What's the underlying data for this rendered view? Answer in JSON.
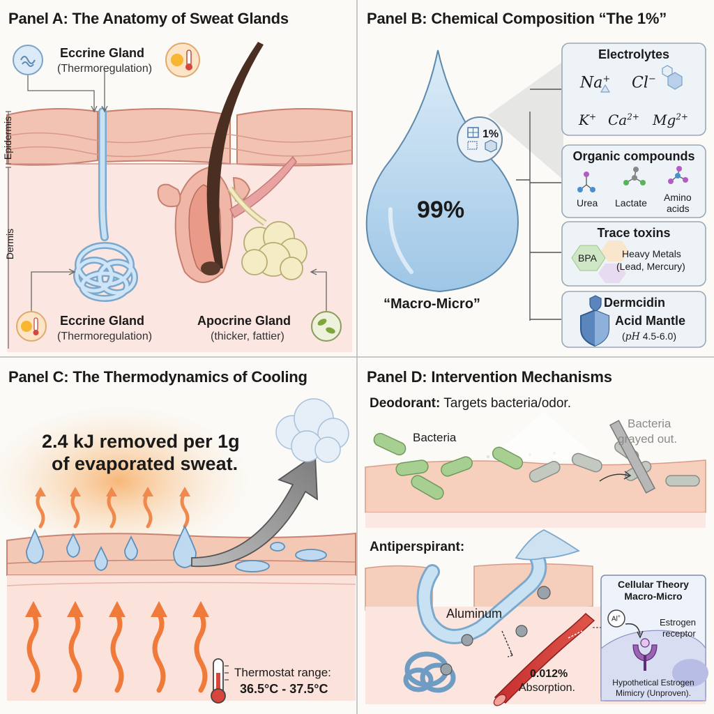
{
  "panels": {
    "a": {
      "title": "Panel A: The Anatomy of Sweat Glands",
      "eccrine_top": {
        "name": "Eccrine Gland",
        "role": "(Thermoregulation)"
      },
      "layer_epidermis": "Epidermis",
      "layer_dermis": "Dermis",
      "eccrine_bottom": {
        "name": "Eccrine Gland",
        "role": "(Thermoregulation)"
      },
      "apocrine": {
        "name": "Apocrine Gland",
        "note": "(thicker, fattier)"
      }
    },
    "b": {
      "title": "Panel B: Chemical Composition “The 1%”",
      "drop_percent": "99%",
      "inset_percent": "1%",
      "drop_caption": "“Macro-Micro”",
      "electrolytes": {
        "title": "Electrolytes",
        "ions": [
          {
            "base": "Na",
            "charge": "+"
          },
          {
            "base": "Cl",
            "charge": "−"
          },
          {
            "base": "K",
            "charge": "+"
          },
          {
            "base": "Ca",
            "charge": "2+"
          },
          {
            "base": "Mg",
            "charge": "2+"
          }
        ]
      },
      "organic": {
        "title": "Organic compounds",
        "items": [
          "Urea",
          "Lactate",
          "Amino",
          "acids"
        ]
      },
      "toxins": {
        "title": "Trace toxins",
        "bpa": "BPA",
        "metals": "Heavy Metals",
        "metals_detail": "(Lead, Mercury)"
      },
      "dermcidin": {
        "title": "Dermcidin",
        "mantle": "Acid Mantle",
        "ph_symbol": "pH",
        "ph_range": "4.5-6.0"
      }
    },
    "c": {
      "title": "Panel C: The Thermodynamics of Cooling",
      "headline_1": "2.4 kJ removed per 1g",
      "headline_2": "of evaporated sweat.",
      "thermostat_label": "Thermostat range:",
      "thermostat_range": "36.5°C - 37.5°C"
    },
    "d": {
      "title": "Panel D: Intervention Mechanisms",
      "deodorant_label": "Deodorant:",
      "deodorant_text": "Targets bacteria/odor.",
      "bacteria": "Bacteria",
      "grayed_1": "Bacteria",
      "grayed_2": "grayed out.",
      "antiperspirant_label": "Antiperspirant:",
      "aluminum": "Aluminum",
      "absorption_pct": "0.012%",
      "absorption_text": "Absorption.",
      "cellular_title_1": "Cellular Theory",
      "cellular_title_2": "Macro-Micro",
      "al_symbol": "Al",
      "estrogen_1": "Estrogen",
      "estrogen_2": "receptor",
      "hypo_1": "Hypothetical Estrogen",
      "hypo_2": "Mimicry (Unproven)."
    }
  },
  "colors": {
    "skin_top": "#f4c9b8",
    "dermis": "#f8e2dc",
    "sweat_blue": "#a9d0ec",
    "apocrine_cream": "#f4ecc4",
    "heat_orange": "#ef7a3a",
    "card_bg": "#eef3f8",
    "card_border": "#9aa7b4"
  }
}
